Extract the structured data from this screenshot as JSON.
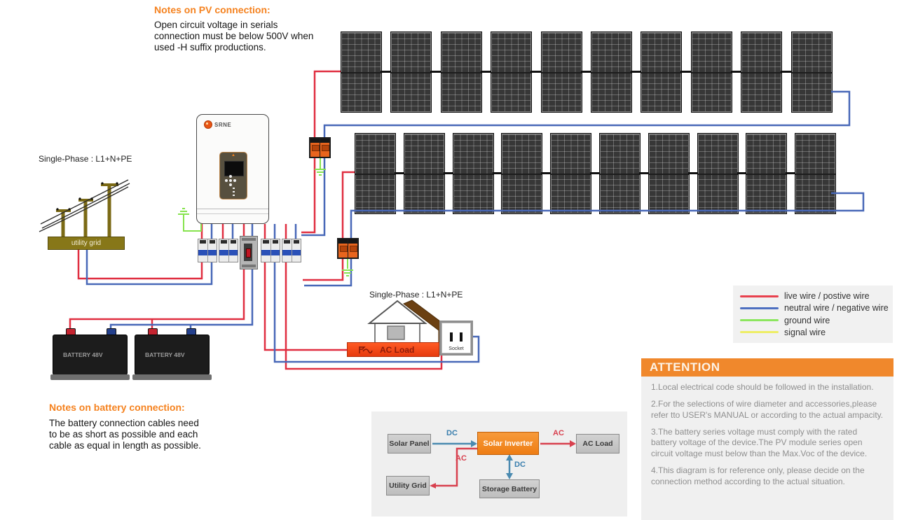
{
  "pv_notes": {
    "title": "Notes on PV connection:",
    "body": "Open circuit voltage in serials connection must be below 500V when used -H suffix productions."
  },
  "battery_notes": {
    "title": "Notes on battery connection:",
    "body": "The battery connection cables need to be as short as possible and each cable as equal in length as possible."
  },
  "labels": {
    "grid_phase": "Single-Phase : L1+N+PE",
    "load_phase": "Single-Phase : L1+N+PE",
    "utility_grid": "utility grid",
    "battery": "BATTERY 48V",
    "ac_load": "AC Load",
    "socket": "Socket",
    "inverter_brand": "SRNE"
  },
  "pv_array": {
    "rows": 2,
    "panels_per_row": 10
  },
  "legend": {
    "items": [
      {
        "color": "#e8414e",
        "label": "live wire / postive wire"
      },
      {
        "color": "#4d6fc0",
        "label": "neutral wire / negative wire"
      },
      {
        "color": "#8ce65e",
        "label": "ground wire"
      },
      {
        "color": "#eeee66",
        "label": "signal wire"
      }
    ]
  },
  "attention": {
    "title": "ATTENTION",
    "items": [
      "1.Local electrical code should be followed in the installation.",
      "2.For the selections of wire diameter and accessories,please refer tto USER's MANUAL or according to the actual ampacity.",
      "3.The battery series voltage must comply with the rated battery voltage of the device.The PV module series open circuit voltage must below than the Max.Voc of the device.",
      "4.This diagram is for reference only, please decide on the connection method according to the actual situation."
    ]
  },
  "block_diagram": {
    "solar_panel": "Solar Panel",
    "solar_inverter": "Solar Inverter",
    "ac_load": "AC Load",
    "utility_grid": "Utility Grid",
    "storage_battery": "Storage Battery",
    "dc_top": "DC",
    "ac_top": "AC",
    "dc_mid": "DC",
    "ac_mid": "AC"
  },
  "colors": {
    "live_wire": "#e02e40",
    "neutral_wire": "#4868b8",
    "ground_wire": "#86e34e",
    "signal_wire": "#eeee66",
    "accent_orange": "#f5821f",
    "attention_header": "#f0882c",
    "utility_olive": "#877718"
  }
}
